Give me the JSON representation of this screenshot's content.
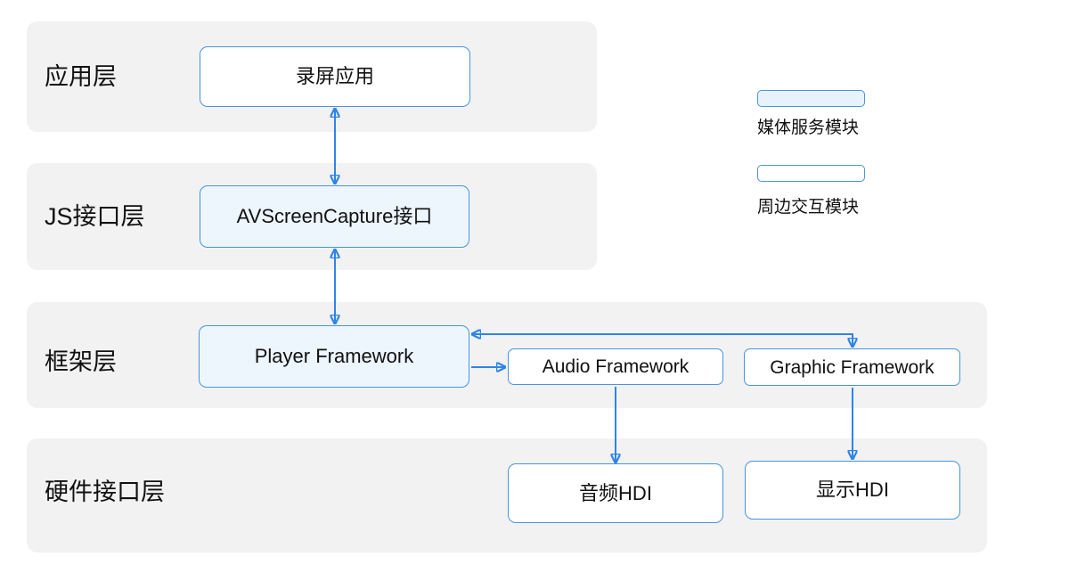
{
  "diagram": {
    "layers": [
      {
        "id": "application-layer",
        "label": "应用层"
      },
      {
        "id": "js-interface-layer",
        "label": "JS接口层"
      },
      {
        "id": "framework-layer",
        "label": "框架层"
      },
      {
        "id": "hardware-interface-layer",
        "label": "硬件接口层"
      }
    ],
    "nodes": [
      {
        "id": "screen-recording-app",
        "label": "录屏应用",
        "type": "peripheral",
        "layer": "应用层"
      },
      {
        "id": "avscreencapture-api",
        "label": "AVScreenCapture接口",
        "type": "media",
        "layer": "JS接口层"
      },
      {
        "id": "player-framework",
        "label": "Player Framework",
        "type": "media",
        "layer": "框架层"
      },
      {
        "id": "audio-framework",
        "label": "Audio Framework",
        "type": "peripheral",
        "layer": "框架层"
      },
      {
        "id": "graphic-framework",
        "label": "Graphic Framework",
        "type": "peripheral",
        "layer": "框架层"
      },
      {
        "id": "audio-hdi",
        "label": "音频HDI",
        "type": "peripheral",
        "layer": "硬件接口层"
      },
      {
        "id": "display-hdi",
        "label": "显示HDI",
        "type": "peripheral",
        "layer": "硬件接口层"
      }
    ],
    "connections": [
      {
        "from": "screen-recording-app",
        "to": "avscreencapture-api",
        "direction": "both"
      },
      {
        "from": "avscreencapture-api",
        "to": "player-framework",
        "direction": "both"
      },
      {
        "from": "player-framework",
        "to": "graphic-framework",
        "direction": "both"
      },
      {
        "from": "player-framework",
        "to": "audio-framework",
        "direction": "one-way"
      },
      {
        "from": "audio-framework",
        "to": "audio-hdi",
        "direction": "one-way"
      },
      {
        "from": "graphic-framework",
        "to": "display-hdi",
        "direction": "one-way"
      }
    ],
    "legend": [
      {
        "label": "媒体服务模块",
        "style": "media"
      },
      {
        "label": "周边交互模块",
        "style": "peripheral"
      }
    ],
    "colors": {
      "band_background": "#f2f2f2",
      "box_border_blue": "#4795e2",
      "arrow_blue": "#2e84ea",
      "media_fill": "#edf5fd",
      "peripheral_fill": "#ffffff",
      "text": "#111111"
    }
  }
}
